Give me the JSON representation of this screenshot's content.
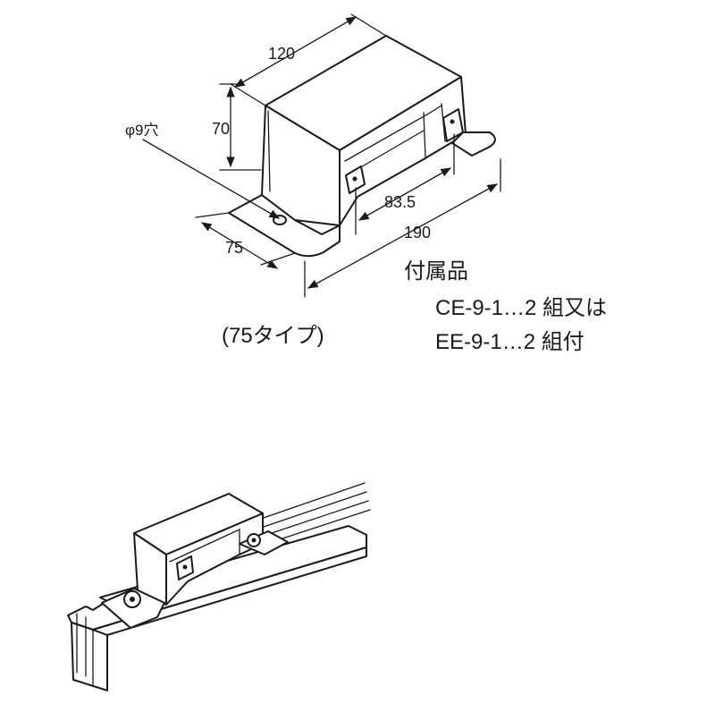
{
  "dimensions": {
    "width_top": "120",
    "height": "70",
    "hole": "φ9穴",
    "bracket_spacing": "83.5",
    "overall_length": "190",
    "base_depth": "75"
  },
  "accessories": {
    "title": "付属品",
    "line1": "CE-9-1…2 組又は",
    "line2": "EE-9-1…2 組付"
  },
  "type_label": "(75タイプ)"
}
